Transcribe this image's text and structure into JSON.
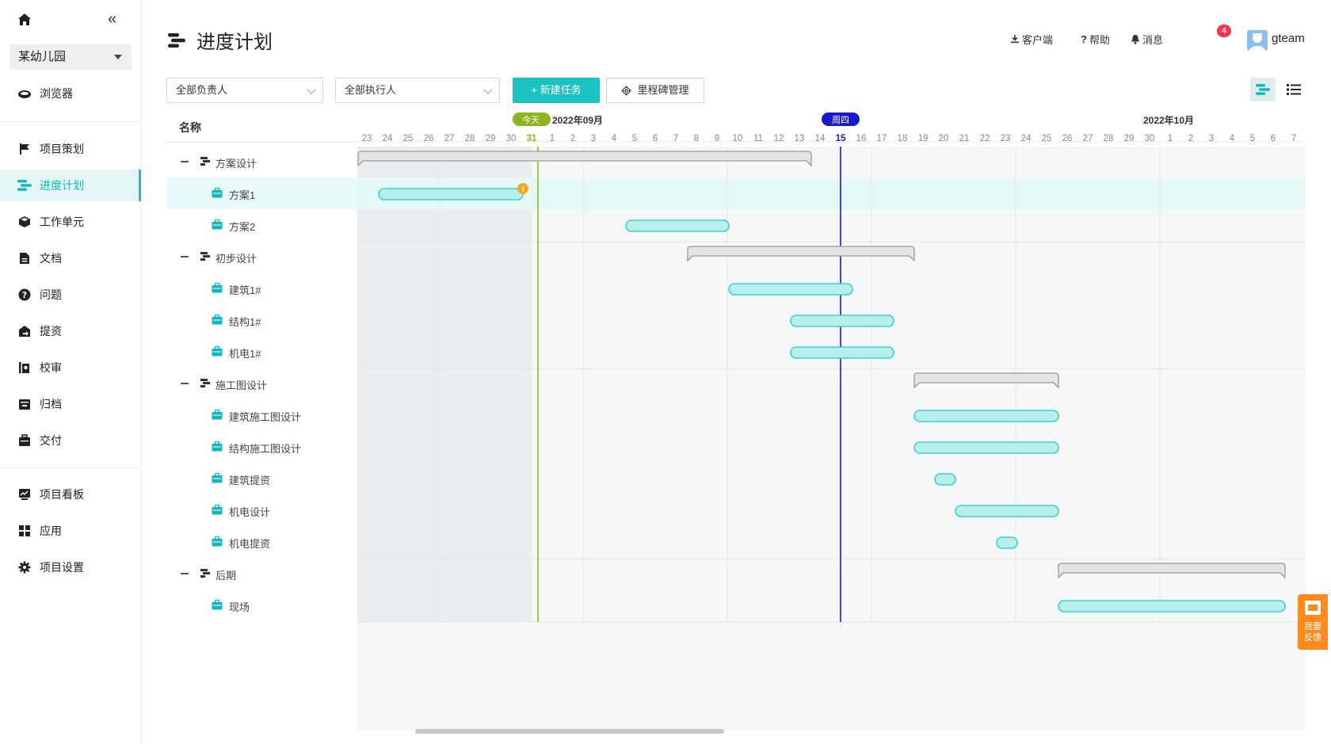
{
  "sidebar": {
    "project": "某幼儿园",
    "items": [
      {
        "label": "浏览器",
        "icon": "cloud-icon"
      },
      {
        "label": "项目策划",
        "icon": "flag-icon"
      },
      {
        "label": "进度计划",
        "icon": "gantt-icon",
        "active": true
      },
      {
        "label": "工作单元",
        "icon": "cube-icon"
      },
      {
        "label": "文档",
        "icon": "document-icon"
      },
      {
        "label": "问题",
        "icon": "question-icon"
      },
      {
        "label": "提资",
        "icon": "submit-icon"
      },
      {
        "label": "校审",
        "icon": "review-icon"
      },
      {
        "label": "归档",
        "icon": "archive-icon"
      },
      {
        "label": "交付",
        "icon": "briefcase-icon"
      },
      {
        "label": "项目看板",
        "icon": "dashboard-icon"
      },
      {
        "label": "应用",
        "icon": "apps-icon"
      },
      {
        "label": "项目设置",
        "icon": "settings-icon"
      }
    ]
  },
  "header": {
    "title": "进度计划",
    "client": "客户端",
    "help": "帮助",
    "messages": "消息",
    "message_count": "4",
    "user": "gteam"
  },
  "toolbar": {
    "owner_filter": "全部负责人",
    "executor_filter": "全部执行人",
    "new_task": "+ 新建任务",
    "milestone": "里程碑管理"
  },
  "task_list": {
    "column_name": "名称",
    "rows": [
      {
        "label": "方案设计",
        "type": "group"
      },
      {
        "label": "方案1",
        "type": "task",
        "selected": true
      },
      {
        "label": "方案2",
        "type": "task"
      },
      {
        "label": "初步设计",
        "type": "group"
      },
      {
        "label": "建筑1#",
        "type": "task"
      },
      {
        "label": "结构1#",
        "type": "task"
      },
      {
        "label": "机电1#",
        "type": "task"
      },
      {
        "label": "施工图设计",
        "type": "group"
      },
      {
        "label": "建筑施工图设计",
        "type": "task"
      },
      {
        "label": "结构施工图设计",
        "type": "task"
      },
      {
        "label": "建筑提资",
        "type": "task"
      },
      {
        "label": "机电设计",
        "type": "task"
      },
      {
        "label": "机电提资",
        "type": "task"
      },
      {
        "label": "后期",
        "type": "group"
      },
      {
        "label": "现场",
        "type": "task"
      }
    ]
  },
  "gantt": {
    "month_labels": [
      "2022年09月",
      "2022年10月"
    ],
    "today_tag": "今天",
    "week_tag": "周四",
    "today_day": "31",
    "marker_day": "15",
    "days": [
      "23",
      "24",
      "25",
      "26",
      "27",
      "28",
      "29",
      "30",
      "31",
      "1",
      "2",
      "3",
      "4",
      "5",
      "6",
      "7",
      "8",
      "9",
      "10",
      "11",
      "12",
      "13",
      "14",
      "15",
      "16",
      "17",
      "18",
      "19",
      "20",
      "21",
      "22",
      "23",
      "24",
      "25",
      "26",
      "27",
      "28",
      "29",
      "30",
      "1",
      "2",
      "3",
      "4",
      "5",
      "6",
      "7"
    ],
    "colors": {
      "task": "#3ecfcd",
      "task_fill": "#b8eeec",
      "group": "#9a9a9a",
      "group_fill": "#e4e4e4",
      "today": "#8cb51e",
      "marker": "#1a1acc",
      "warn": "#f5a623"
    },
    "bars": [
      {
        "row": 0,
        "type": "group",
        "start": 0,
        "end": 22
      },
      {
        "row": 1,
        "type": "task",
        "start": 1,
        "end": 8,
        "warning": true
      },
      {
        "row": 2,
        "type": "task",
        "start": 13,
        "end": 18
      },
      {
        "row": 3,
        "type": "group",
        "start": 16,
        "end": 27
      },
      {
        "row": 4,
        "type": "task",
        "start": 18,
        "end": 24
      },
      {
        "row": 5,
        "type": "task",
        "start": 21,
        "end": 26
      },
      {
        "row": 6,
        "type": "task",
        "start": 21,
        "end": 26
      },
      {
        "row": 7,
        "type": "group",
        "start": 27,
        "end": 34
      },
      {
        "row": 8,
        "type": "task",
        "start": 27,
        "end": 34
      },
      {
        "row": 9,
        "type": "task",
        "start": 27,
        "end": 34
      },
      {
        "row": 10,
        "type": "task",
        "start": 28,
        "end": 29
      },
      {
        "row": 11,
        "type": "task",
        "start": 29,
        "end": 34
      },
      {
        "row": 12,
        "type": "task",
        "start": 31,
        "end": 32
      },
      {
        "row": 13,
        "type": "group",
        "start": 34,
        "end": 45
      },
      {
        "row": 14,
        "type": "task",
        "start": 34,
        "end": 45
      }
    ]
  },
  "feedback": "我要反馈"
}
